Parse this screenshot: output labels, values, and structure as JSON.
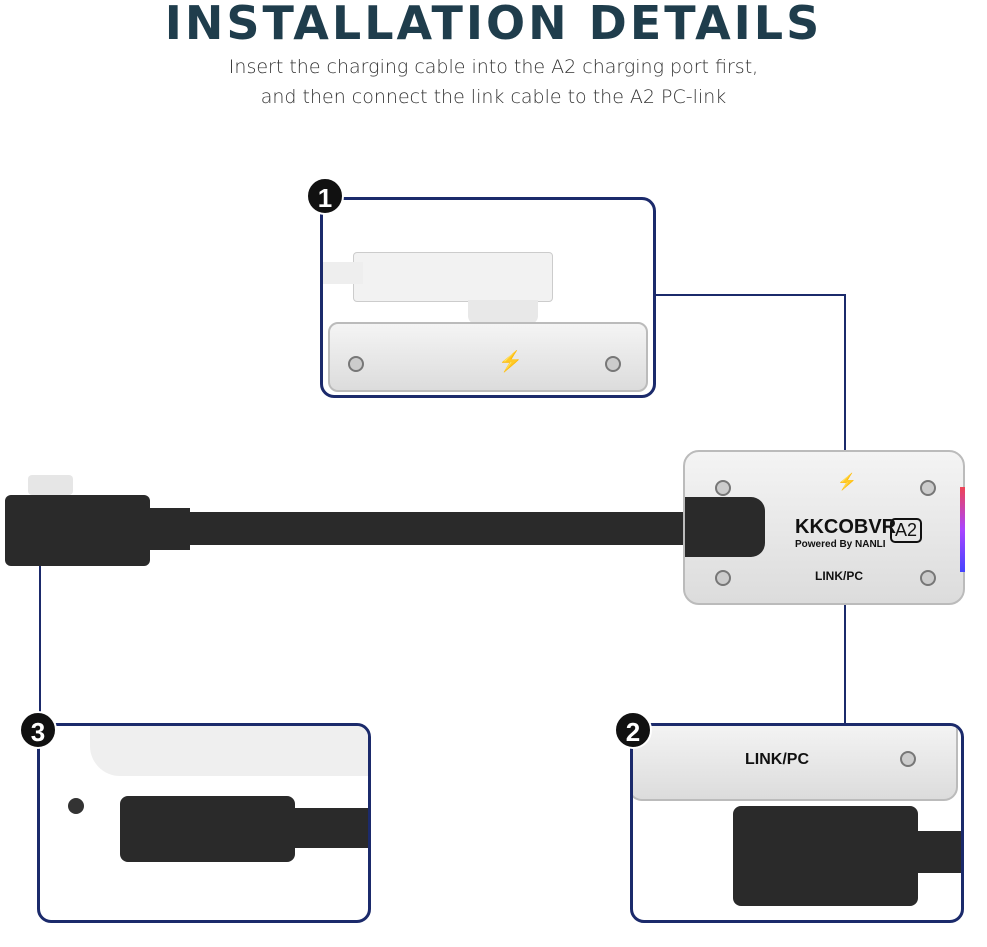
{
  "title": "INSTALLATION DETAILS",
  "subtitle": [
    "Insert the charging cable into the A2 charging port first,",
    "and then connect the link cable to the A2 PC-link"
  ],
  "device": {
    "brand": "KKCOBVR",
    "model": "A2",
    "powered": "Powered By NANLI",
    "port_label": "LINK/PC"
  },
  "steps": [
    {
      "number": "1"
    },
    {
      "number": "2",
      "label": "LINK/PC"
    },
    {
      "number": "3"
    }
  ],
  "colors": {
    "frame": "#1b2a6b",
    "title": "#1f3d4c"
  }
}
